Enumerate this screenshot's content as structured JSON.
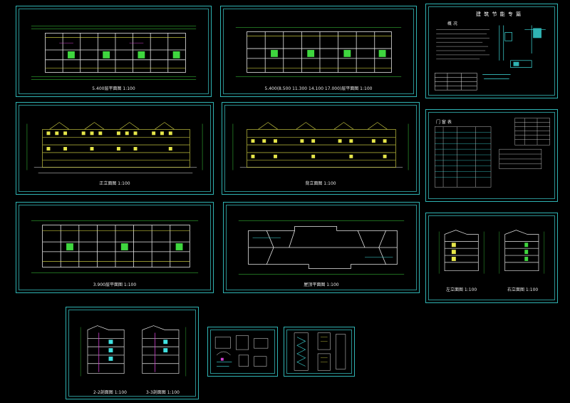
{
  "sheets": {
    "plan1": {
      "caption": "5.400层平面图 1:100"
    },
    "plan2": {
      "caption": "5.400(8.500 11.300 14.100 17.000)层平面图 1:100"
    },
    "energy": {
      "title": "建 筑 节 能 专 篇",
      "subtitle": "概 况"
    },
    "elev1": {
      "caption": "正立面图 1:100"
    },
    "elev2": {
      "caption": "背立面图 1:100"
    },
    "table": {
      "title": "门 窗 表"
    },
    "plan3": {
      "caption": "3.900层平面图 1:100"
    },
    "roof": {
      "caption": "屋顶平面图 1:100"
    },
    "side1": {
      "caption": "左立面图 1:100"
    },
    "side2": {
      "caption": "右立面图 1:100"
    },
    "sec1": {
      "caption": "2-2剖面图 1:100"
    },
    "sec2": {
      "caption": "3-3剖面图 1:100"
    }
  },
  "colors": {
    "frame": "#2fb3b3",
    "line_yellow": "#e6e64a",
    "line_green": "#3fd63f",
    "line_white": "#e8e8e8",
    "line_cyan": "#40e0e0",
    "line_magenta": "#d040d0"
  }
}
